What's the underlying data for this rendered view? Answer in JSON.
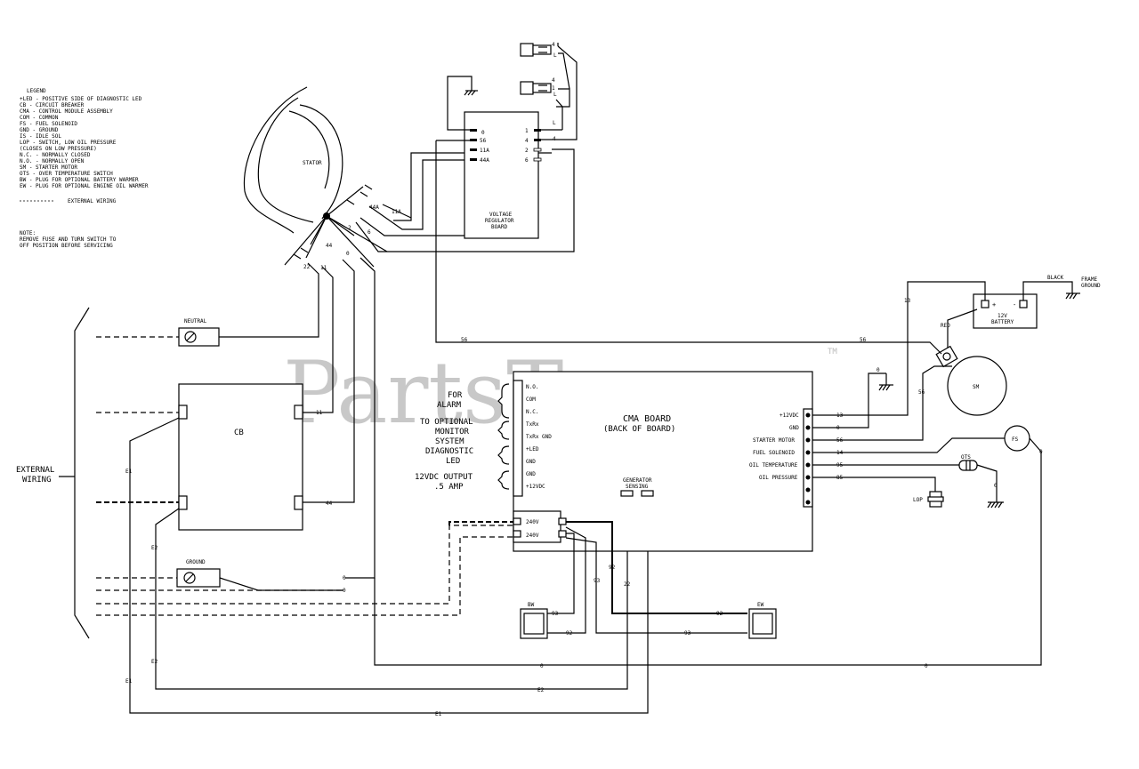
{
  "legend": {
    "title": "LEGEND",
    "items": [
      "+LED - POSITIVE SIDE OF DIAGNOSTIC LED",
      "CB   - CIRCUIT BREAKER",
      "CMA  - CONTROL MODULE ASSEMBLY",
      "COM  - COMMON",
      "FS   - FUEL SOLENOID",
      "GND  - GROUND",
      "IS   - IDLE SOL",
      "LOP  - SWITCH, LOW OIL PRESSURE",
      "       (CLOSES ON LOW PRESSURE)",
      "N.C. - NORMALLY CLOSED",
      "N.O. - NORMALLY OPEN",
      "SM   - STARTER MOTOR",
      "OTS  - OVER TEMPERATURE SWITCH",
      "BW   - PLUG FOR OPTIONAL BATTERY WARMER",
      "EW   - PLUG FOR OPTIONAL ENGINE OIL WARMER"
    ],
    "external_wiring_label": "EXTERNAL WIRING"
  },
  "note": {
    "title": "NOTE:",
    "line1": "REMOVE FUSE AND TURN SWITCH TO",
    "line2": "OFF POSITION BEFORE SERVICING"
  },
  "components": {
    "stator": "STATOR",
    "voltage_regulator": [
      "VOLTAGE",
      "REGULATOR",
      "BOARD"
    ],
    "neutral": "NEUTRAL",
    "ground": "GROUND",
    "cb": "CB",
    "cma_title": "CMA BOARD",
    "cma_subtitle": "(BACK OF BOARD)",
    "battery": [
      "12V",
      "BATTERY"
    ],
    "black": "BLACK",
    "frame_ground": [
      "FRAME",
      "GROUND"
    ],
    "red": "RED",
    "sm": "SM",
    "fs": "FS",
    "ots": "OTS",
    "lop": "LOP",
    "bw": "BW",
    "ew": "EW",
    "generator_sensing": [
      "GENERATOR",
      "SENSING"
    ],
    "external_wiring": [
      "EXTERNAL",
      "WIRING"
    ]
  },
  "cma_left_labels": {
    "for_alarm": [
      "FOR",
      "ALARM"
    ],
    "monitor": [
      "TO OPTIONAL",
      "MONITOR",
      "SYSTEM"
    ],
    "diag": [
      "DIAGNOSTIC",
      "LED"
    ],
    "output": [
      "12VDC OUTPUT",
      ".5 AMP"
    ]
  },
  "cma_left_pins": [
    "N.O.",
    "COM",
    "N.C.",
    "TxRx",
    "TxRx GND",
    "+LED",
    "GND",
    "GND",
    "+12VDC"
  ],
  "cma_power_pins": [
    "240V",
    "240V"
  ],
  "cma_right_pins": [
    "+12VDC",
    "GND",
    "STARTER MOTOR",
    "FUEL SOLENOID",
    "OIL TEMPERATURE",
    "OIL PRESSURE"
  ],
  "cma_right_wires": [
    "13",
    "0",
    "56",
    "14",
    "95",
    "85"
  ],
  "vr_left_pins": [
    "0",
    "56",
    "11A",
    "44A"
  ],
  "vr_right_pins": [
    "1",
    "4",
    "2",
    "6"
  ],
  "wire_labels": {
    "w0": "0",
    "w4": "4",
    "w4b": "4",
    "w4c": "4",
    "w1": "1",
    "wL": "L",
    "wL2": "L",
    "w11a": "11A",
    "w44a": "44A",
    "w2": "2",
    "w6": "6",
    "w44": "44",
    "w0b": "0",
    "w22": "22",
    "w11": "11",
    "w13": "13",
    "w56a": "56",
    "w56b": "56",
    "w56c": "56",
    "w0c": "0",
    "w11cb": "11",
    "w44cb": "44",
    "wE1a": "E1",
    "wE2a": "E2",
    "w0g1": "0",
    "w0g2": "0",
    "wE2b": "E2",
    "wE1b": "E1",
    "w0bot1": "0",
    "w0bot2": "0",
    "wE2bot": "E2",
    "wE1bot": "E1",
    "w92a": "92",
    "w93a": "93",
    "w22b": "22",
    "w93b": "93",
    "w92b": "92",
    "w92c": "92",
    "w93c": "93",
    "w0fs": "0",
    "w0ots": "0"
  },
  "watermark": "PartsTree",
  "trademark": "TM"
}
